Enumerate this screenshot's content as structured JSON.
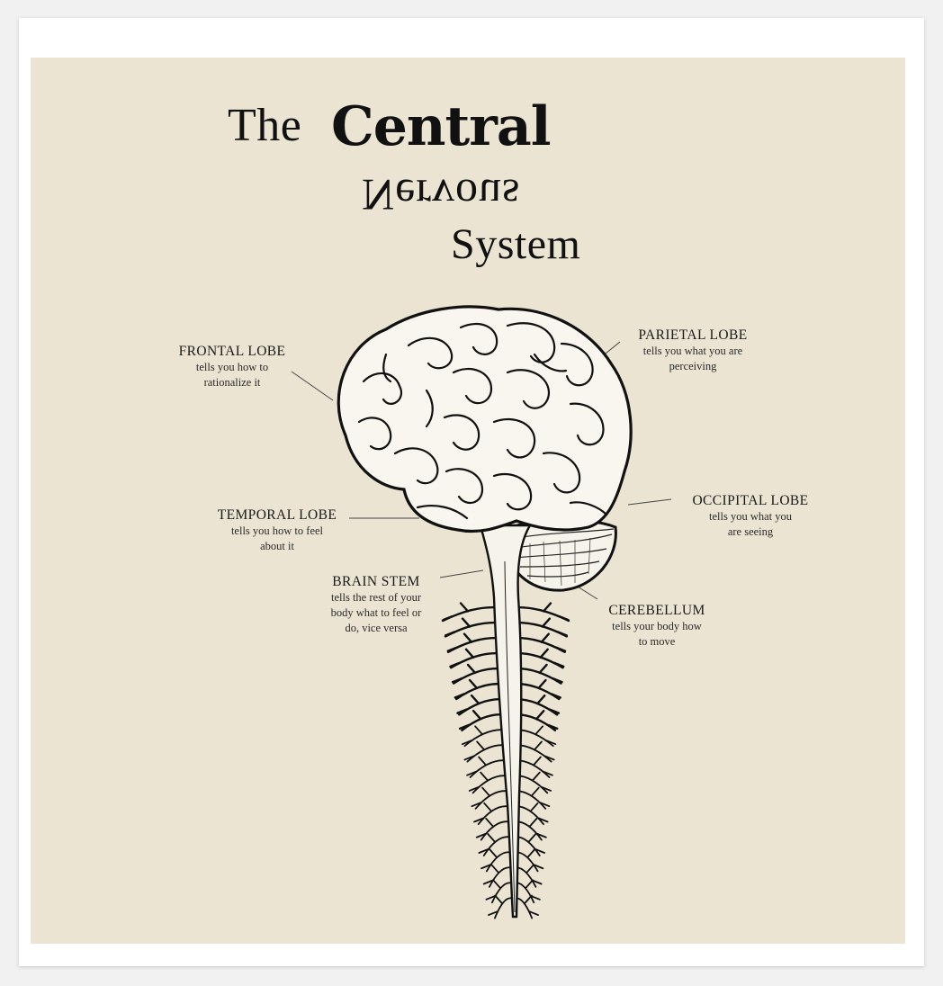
{
  "poster": {
    "background": "#ebe4d2",
    "title": {
      "line1_light": "The",
      "line1_bold": "Central",
      "line2": "Nervous",
      "line3": "System"
    }
  },
  "labels": {
    "frontal": {
      "name": "FRONTAL LOBE",
      "desc": [
        "tells you how to",
        "rationalize it"
      ]
    },
    "parietal": {
      "name": "PARIETAL LOBE",
      "desc": [
        "tells you what you are",
        "perceiving"
      ]
    },
    "temporal": {
      "name": "TEMPORAL LOBE",
      "desc": [
        "tells you how to feel",
        "about it"
      ]
    },
    "occipital": {
      "name": "OCCIPITAL LOBE",
      "desc": [
        "tells you what you",
        "are seeing"
      ]
    },
    "brainstem": {
      "name": "BRAIN STEM",
      "desc": [
        "tells the rest of your",
        "body what to feel or",
        "do, vice versa"
      ]
    },
    "cerebellum": {
      "name": "CEREBELLUM",
      "desc": [
        "tells your body how",
        "to move"
      ]
    }
  }
}
